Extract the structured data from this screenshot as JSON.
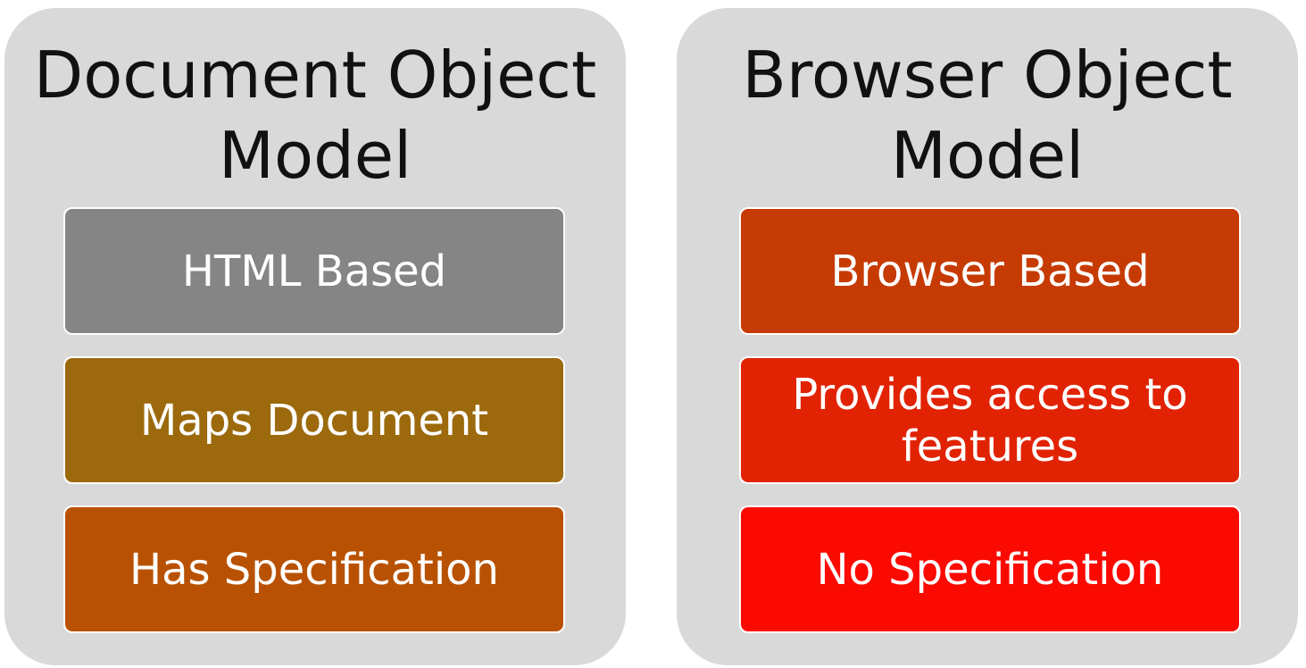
{
  "colors": {
    "panel_background": "#d9d9d9",
    "title_text": "#111111",
    "box_text": "#ffffff",
    "box_border": "#ffffff"
  },
  "panels": [
    {
      "title": "Document Object Model",
      "items": [
        {
          "label": "HTML Based",
          "color": "#858585"
        },
        {
          "label": "Maps Document",
          "color": "#9c6a0d"
        },
        {
          "label": "Has Specification",
          "color": "#b85202"
        }
      ]
    },
    {
      "title": "Browser Object Model",
      "items": [
        {
          "label": "Browser Based",
          "color": "#c63b03"
        },
        {
          "label": "Provides access to features",
          "color": "#e12304"
        },
        {
          "label": "No Specification",
          "color": "#fb0a02"
        }
      ]
    }
  ]
}
